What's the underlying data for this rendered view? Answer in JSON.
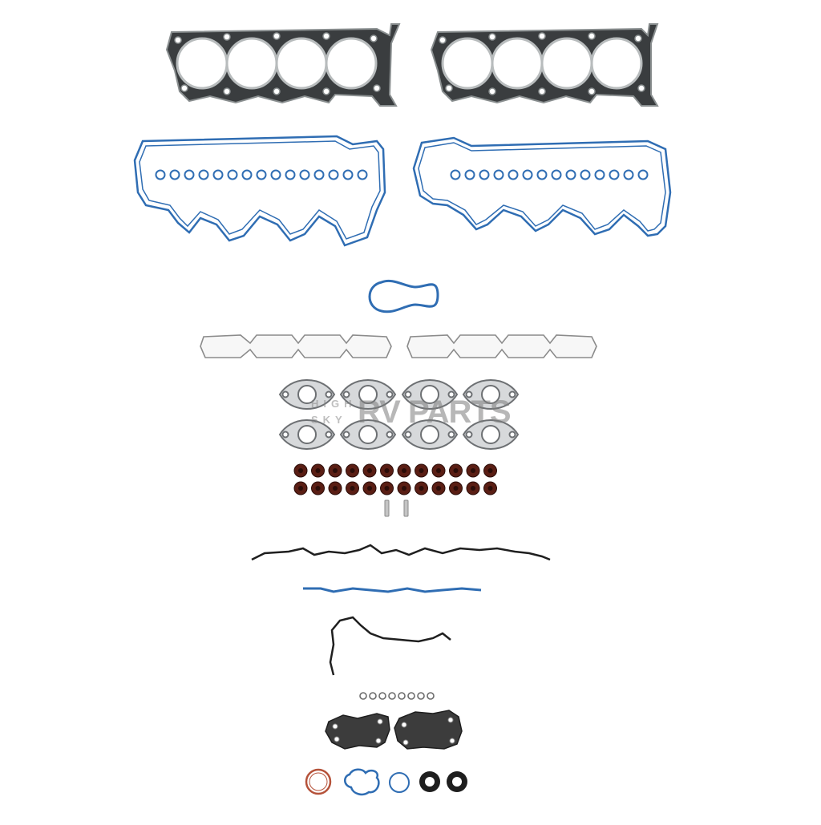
{
  "watermark": {
    "line1": "HIGH",
    "line2": "SKY",
    "brand": "RV PARTS"
  },
  "colors": {
    "background": "#ffffff",
    "metal": "#3a3d3f",
    "metal_edge": "#8a8f90",
    "rubber_blue": "#2f6db3",
    "seal_dark": "#5a1e14",
    "oring_copper": "#b5523a",
    "graphite": "#555555"
  },
  "parts": [
    "cylinder-head-gasket-left",
    "cylinder-head-gasket-right",
    "valve-cover-gasket-left",
    "valve-cover-gasket-right",
    "throttle-body-gasket",
    "intake-manifold-gasket-left",
    "intake-manifold-gasket-right",
    "exhaust-manifold-gaskets",
    "valve-stem-seals",
    "dowel-pins",
    "timing-cover-gasket",
    "front-cover-seal-strip",
    "water-pump-gasket",
    "spark-plug-tube-seals",
    "cam-plate-gaskets",
    "misc-o-rings"
  ]
}
